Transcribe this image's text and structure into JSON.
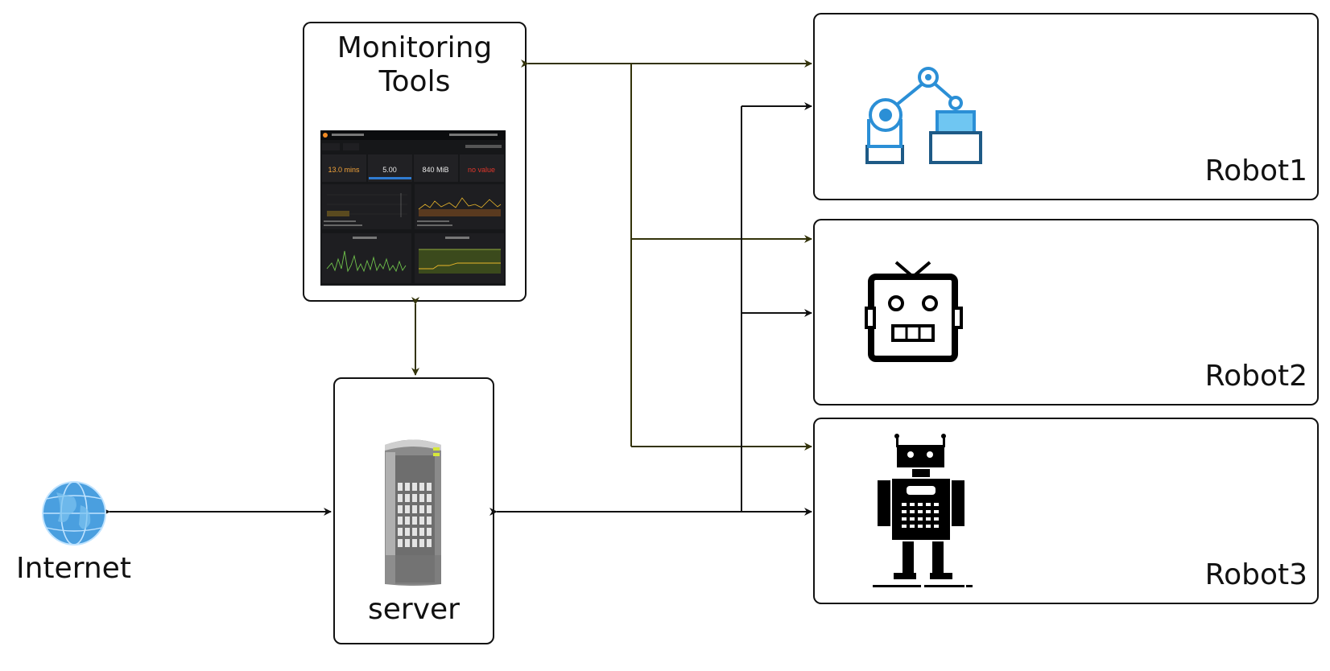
{
  "nodes": {
    "monitoring": {
      "title": "Monitoring\nTools"
    },
    "server": {
      "label": "server"
    },
    "internet": {
      "label": "Internet"
    },
    "robot1": {
      "label": "Robot1"
    },
    "robot2": {
      "label": "Robot2"
    },
    "robot3": {
      "label": "Robot3"
    }
  },
  "dashboard": {
    "stats": [
      {
        "value": "13.0 mins",
        "color": "#f2a33a"
      },
      {
        "value": "5.00",
        "color": "#e8e8e8"
      },
      {
        "value": "840 MiB",
        "color": "#e8e8e8"
      },
      {
        "value": "no value",
        "color": "#e0362b"
      }
    ]
  },
  "colors": {
    "monitoring_link": "#33330a",
    "server_link": "#111111",
    "globe": "#4a9fdf",
    "robot_icon_blue": "#2b8fd6"
  },
  "icons": {
    "internet": "globe-icon",
    "server": "server-tower-icon",
    "robot1": "robot-arm-icon",
    "robot2": "robot-head-icon",
    "robot3": "robot-figure-icon"
  }
}
